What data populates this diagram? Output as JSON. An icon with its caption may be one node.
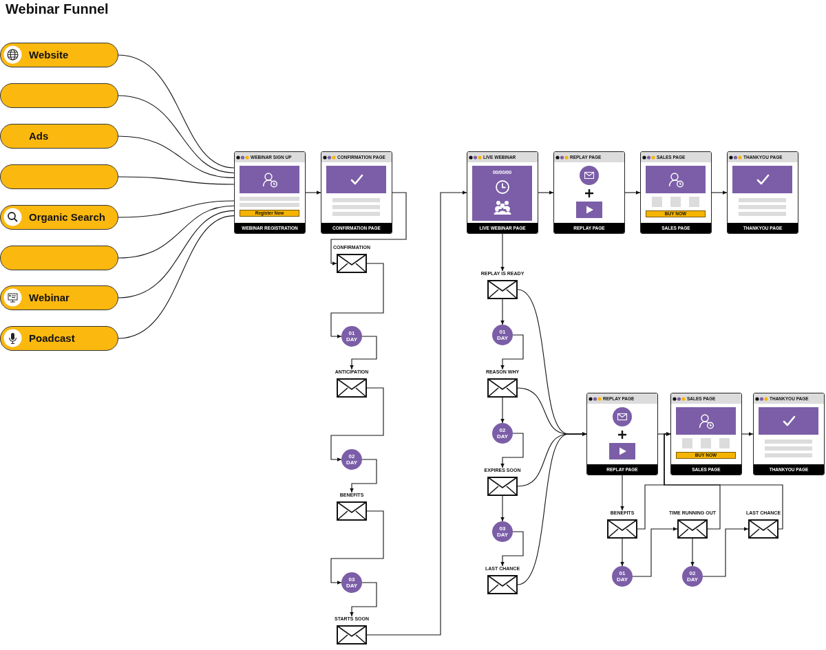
{
  "diagram": {
    "title": "Webinar Funnel",
    "nodes": [
      {
        "text": [
          "Website"
        ]
      },
      {
        "text": [],
        "shape": "box"
      },
      {
        "text": [
          "Ads"
        ]
      },
      {
        "text": [],
        "shape": "box"
      },
      {
        "text": [
          "Organic Search"
        ]
      },
      {
        "text": [],
        "shape": "box"
      },
      {
        "text": [
          "Webinar"
        ]
      },
      {
        "text": [
          "Poadcast"
        ]
      },
      {
        "text": [
          "WEBINAR SIGN UP",
          "Register Now",
          "WEBINAR REGISTRATION"
        ]
      },
      {
        "text": [
          "CONFIRMATION PAGE",
          "CONFIRMATION PAGE"
        ]
      },
      {
        "text": [
          "CONFIRMATION"
        ]
      },
      {
        "text": [
          "01 DAY"
        ]
      },
      {
        "text": [
          "ANTICIPATION"
        ]
      },
      {
        "text": [
          "02 DAY"
        ]
      },
      {
        "text": [
          "BENEFITS"
        ]
      },
      {
        "text": [
          "03 DAY"
        ]
      },
      {
        "text": [
          "STARTS SOON"
        ]
      },
      {
        "text": [
          "LIVE WEBINAR",
          "00/00/00",
          "LIVE WEBINAR PAGE"
        ]
      },
      {
        "text": [
          "REPLAY PAGE",
          "REPLAY PAGE"
        ]
      },
      {
        "text": [
          "SALES PAGE",
          "BUY NOW",
          "SALES PAGE"
        ]
      },
      {
        "text": [
          "THANKYOU PAGE",
          "THANKYOU PAGE"
        ]
      },
      {
        "text": [
          "REPLAY IS READY"
        ]
      },
      {
        "text": [
          "01 DAY"
        ]
      },
      {
        "text": [
          "REASON WHY"
        ]
      },
      {
        "text": [
          "02 DAY"
        ]
      },
      {
        "text": [
          "EXPIRES SOON"
        ]
      },
      {
        "text": [
          "03 DAY"
        ]
      },
      {
        "text": [
          "LAST CHANCE"
        ]
      },
      {
        "text": [
          "REPLAY PAGE",
          "REPLAY PAGE"
        ]
      },
      {
        "text": [
          "SALES PAGE",
          "BUY NOW",
          "SALES PAGE"
        ]
      },
      {
        "text": [
          "THANKYOU PAGE",
          "THANKYOU PAGE"
        ]
      },
      {
        "text": [
          "BENEFITS"
        ]
      },
      {
        "text": [
          "01 DAY"
        ]
      },
      {
        "text": [
          "TIME RUNNING OUT"
        ]
      },
      {
        "text": [
          "02 DAY"
        ]
      },
      {
        "text": [
          "LAST CHANCE"
        ]
      }
    ],
    "edges": [
      {
        "from": 0,
        "to": 8,
        "arrow": "none"
      },
      {
        "from": 1,
        "to": 8,
        "arrow": "none"
      },
      {
        "from": 2,
        "to": 8,
        "arrow": "none"
      },
      {
        "from": 3,
        "to": 8,
        "arrow": "none"
      },
      {
        "from": 4,
        "to": 8,
        "arrow": "none"
      },
      {
        "from": 5,
        "to": 8,
        "arrow": "none"
      },
      {
        "from": 6,
        "to": 8,
        "arrow": "none"
      },
      {
        "from": 7,
        "to": 8,
        "arrow": "none"
      },
      {
        "from": 8,
        "to": 9,
        "arrow": "to"
      },
      {
        "from": 9,
        "to": 10,
        "arrow": "to"
      },
      {
        "from": 10,
        "to": 11,
        "arrow": "to"
      },
      {
        "from": 11,
        "to": 12,
        "arrow": "to"
      },
      {
        "from": 12,
        "to": 13,
        "arrow": "to"
      },
      {
        "from": 13,
        "to": 14,
        "arrow": "to"
      },
      {
        "from": 14,
        "to": 15,
        "arrow": "to"
      },
      {
        "from": 15,
        "to": 16,
        "arrow": "to"
      },
      {
        "from": 16,
        "to": 17,
        "arrow": "to"
      },
      {
        "from": 17,
        "to": 18,
        "arrow": "to"
      },
      {
        "from": 18,
        "to": 19,
        "arrow": "to"
      },
      {
        "from": 19,
        "to": 20,
        "arrow": "to"
      },
      {
        "from": 17,
        "to": 21,
        "arrow": "to"
      },
      {
        "from": 21,
        "to": 22,
        "arrow": "to"
      },
      {
        "from": 22,
        "to": 23,
        "arrow": "to"
      },
      {
        "from": 23,
        "to": 24,
        "arrow": "to"
      },
      {
        "from": 24,
        "to": 25,
        "arrow": "to"
      },
      {
        "from": 25,
        "to": 26,
        "arrow": "to"
      },
      {
        "from": 26,
        "to": 27,
        "arrow": "to"
      },
      {
        "from": 21,
        "to": 28,
        "arrow": "to"
      },
      {
        "from": 23,
        "to": 28,
        "arrow": "to"
      },
      {
        "from": 25,
        "to": 28,
        "arrow": "to"
      },
      {
        "from": 27,
        "to": 28,
        "arrow": "to"
      },
      {
        "from": 28,
        "to": 29,
        "arrow": "to"
      },
      {
        "from": 29,
        "to": 30,
        "arrow": "to"
      },
      {
        "from": 28,
        "to": 31,
        "arrow": "to"
      },
      {
        "from": 31,
        "to": 32,
        "arrow": "to"
      },
      {
        "from": 32,
        "to": 33,
        "arrow": "to"
      },
      {
        "from": 33,
        "to": 34,
        "arrow": "to"
      },
      {
        "from": 34,
        "to": 35,
        "arrow": "to"
      },
      {
        "from": 31,
        "to": 29,
        "arrow": "to"
      },
      {
        "from": 33,
        "to": 29,
        "arrow": "to"
      },
      {
        "from": 35,
        "to": 29,
        "arrow": "to"
      }
    ]
  }
}
